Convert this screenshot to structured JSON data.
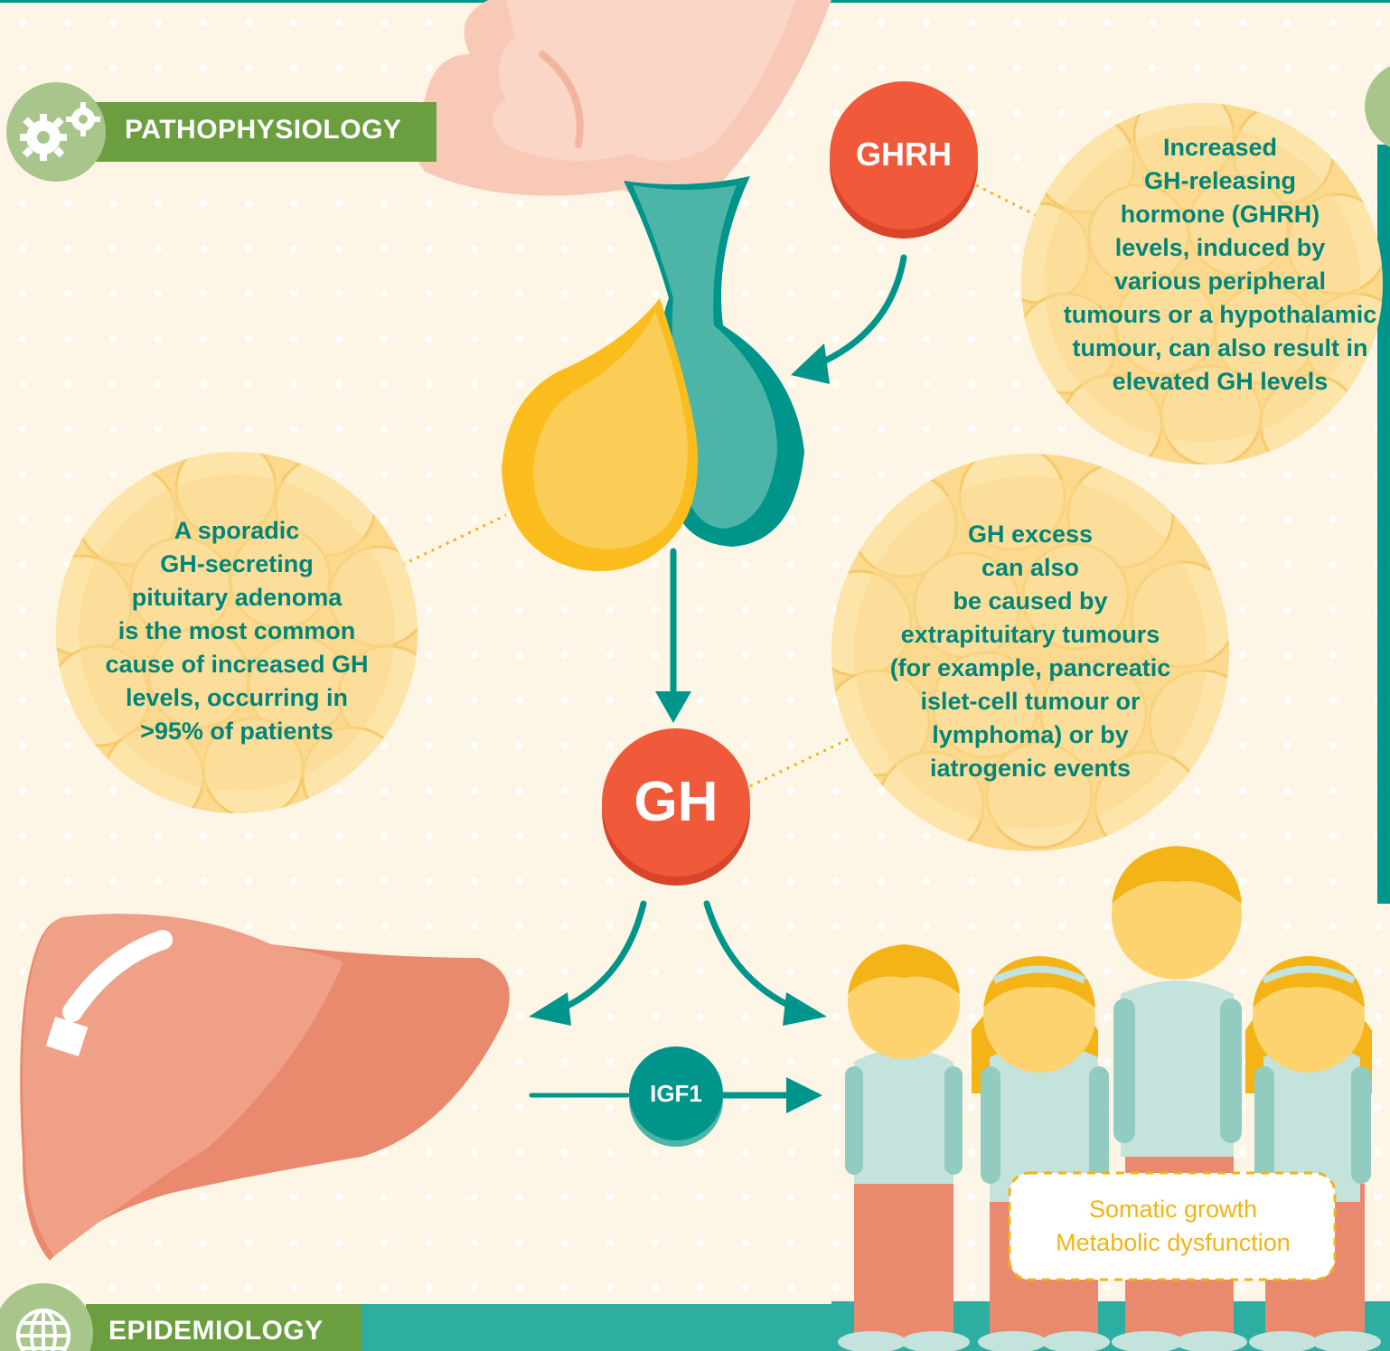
{
  "sections": {
    "pathophysiology": "PATHOPHYSIOLOGY",
    "epidemiology": "EPIDEMIOLOGY"
  },
  "hormones": {
    "ghrh": "GHRH",
    "gh": "GH",
    "igf1": "IGF1"
  },
  "notes": {
    "ghrh_note": "Increased\nGH-releasing\nhormone (GHRH)\nlevels, induced by\nvarious peripheral\ntumours or a hypothalamic\ntumour, can also result in\nelevated GH levels",
    "adenoma_note": "A sporadic\nGH-secreting\npituitary adenoma\nis the most common\ncause of increased GH\nlevels, occurring in\n>95% of patients",
    "extrapituitary_note": "GH excess\ncan also\nbe caused by\nextrapituitary tumours\n(for example, pancreatic\nislet-cell tumour or\nlymphoma) or by\niatrogenic events"
  },
  "outcomes": {
    "line1": "Somatic growth",
    "line2": "Metabolic dysfunction"
  },
  "colors": {
    "background": "#fdf6e6",
    "section_green": "#6a9e3e",
    "icon_circle": "#a8c68c",
    "teal": "#00958a",
    "teal_light": "#4db5a8",
    "hormone_red": "#f05a3a",
    "cell_yellow": "#fbd98e",
    "text_teal": "#00857a",
    "outcome_yellow": "#f4b316"
  },
  "icons": [
    "gears-icon",
    "globe-icon"
  ]
}
